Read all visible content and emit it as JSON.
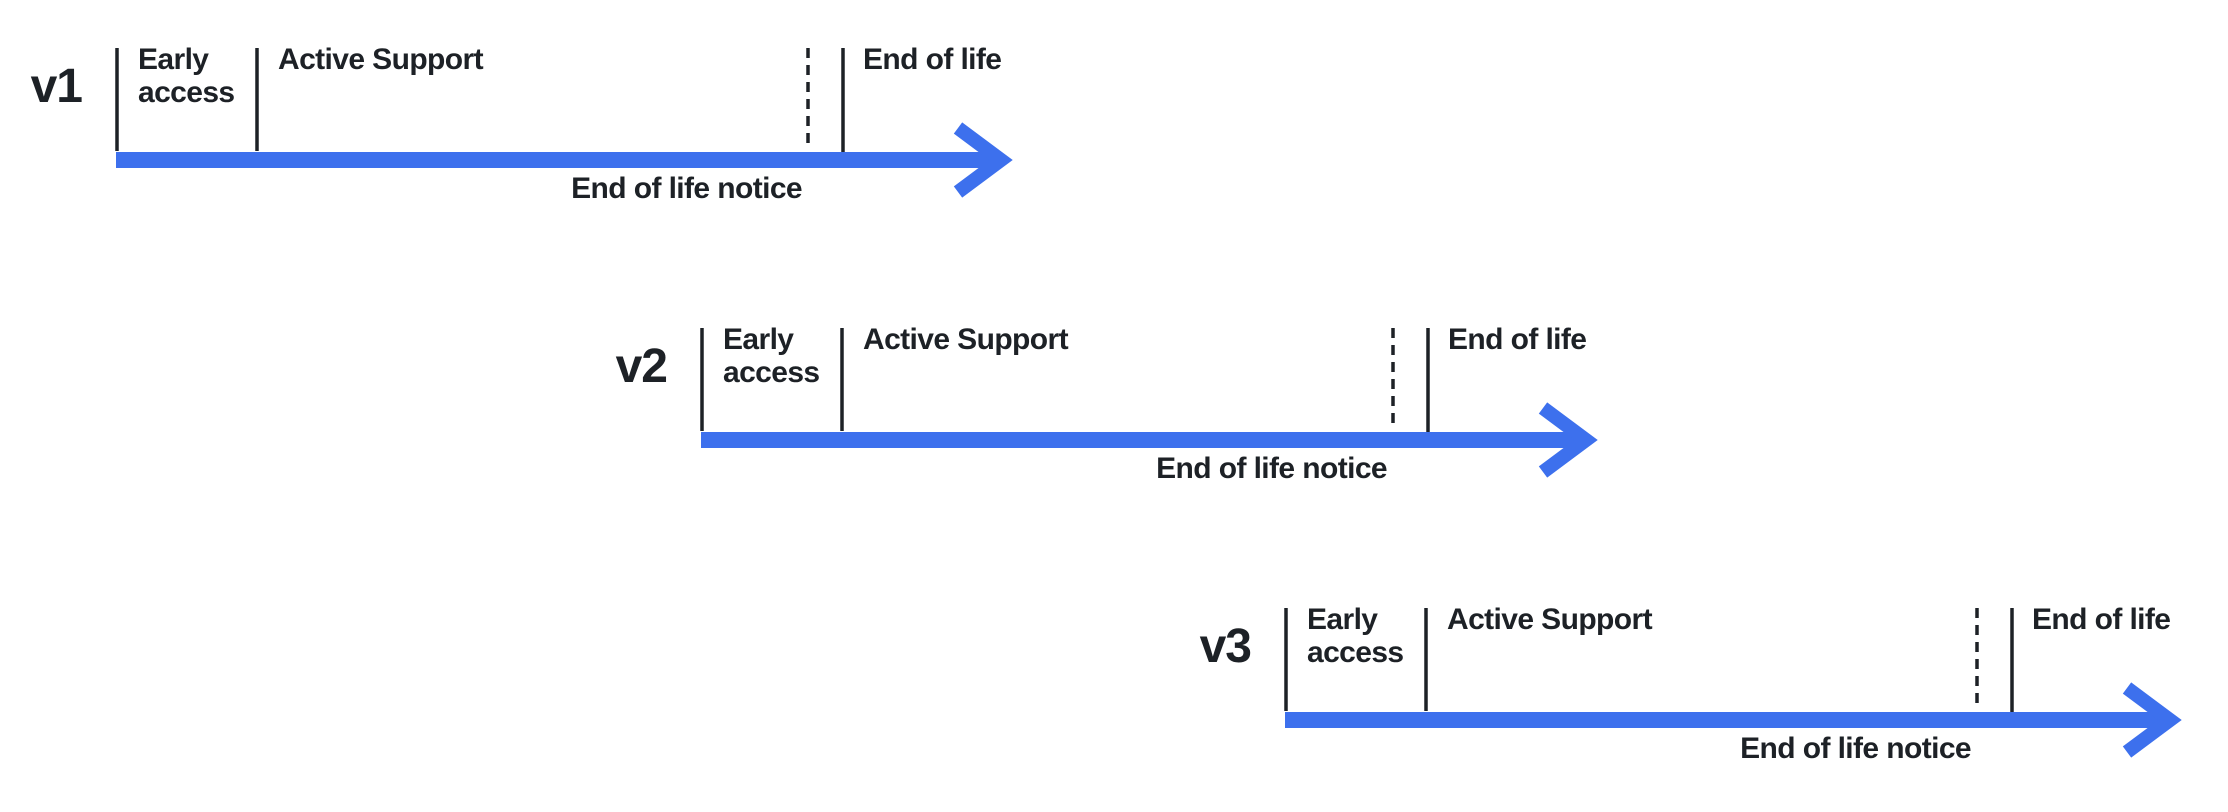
{
  "colors": {
    "arrow_blue": "#3d70ed",
    "ink": "#1d2126"
  },
  "timelines": [
    {
      "version": "v1",
      "early_access": "Early access",
      "active_support": "Active Support",
      "end_of_life": "End of life",
      "end_of_life_notice": "End of life notice"
    },
    {
      "version": "v2",
      "early_access": "Early access",
      "active_support": "Active Support",
      "end_of_life": "End of life",
      "end_of_life_notice": "End of life notice"
    },
    {
      "version": "v3",
      "early_access": "Early access",
      "active_support": "Active Support",
      "end_of_life": "End of life",
      "end_of_life_notice": "End of life notice"
    }
  ]
}
